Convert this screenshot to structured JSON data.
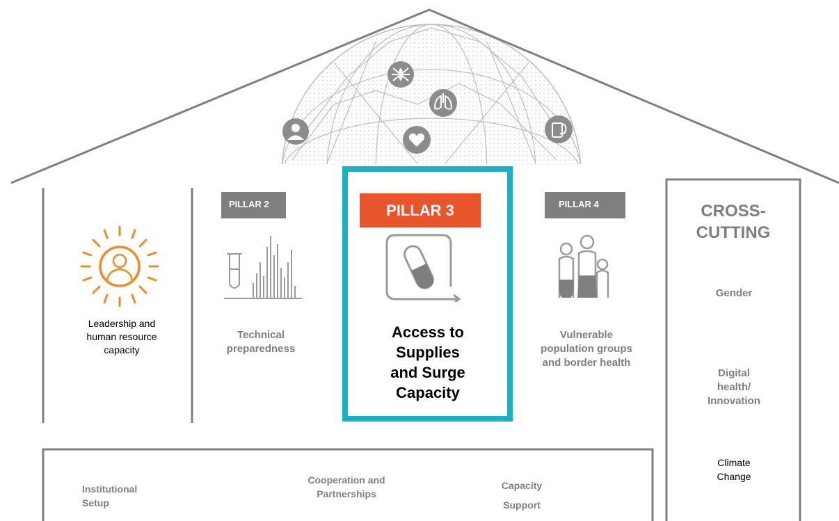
{
  "pillars": {
    "pillar1": {
      "label": "Leadership and\nhuman resource\ncapacity"
    },
    "pillar2": {
      "tab": "PILLAR 2",
      "label": "Technical\npreparedness"
    },
    "pillar3": {
      "tab": "PILLAR 3",
      "label": "Access to\nSupplies\nand Surge\nCapacity"
    },
    "pillar4": {
      "tab": "PILLAR 4",
      "label": "Vulnerable\npopulation groups\nand border health"
    }
  },
  "cross_cutting": {
    "title": "CROSS-\nCUTTING",
    "items": [
      "Gender",
      "Digital\nhealth/\nInnovation",
      "Climate\nChange"
    ]
  },
  "foundation": {
    "items": [
      "Institutional\nSetup",
      "Cooperation and\nPartnerships",
      "Capacity\nSupport"
    ]
  },
  "colors": {
    "roof": "#7f7f7f",
    "highlight_border": "#17b3c5",
    "pillar3_tab": "#e8552a",
    "accent_orange": "#f08a24",
    "gray_text": "#7f7f7f"
  },
  "icons": [
    "globe-network-icon",
    "mosquito-icon",
    "lungs-icon",
    "heart-icon",
    "doctor-icon",
    "tablet-stethoscope-icon",
    "leader-sun-icon",
    "test-tube-chart-icon",
    "medicine-capsule-icon",
    "family-icon"
  ]
}
